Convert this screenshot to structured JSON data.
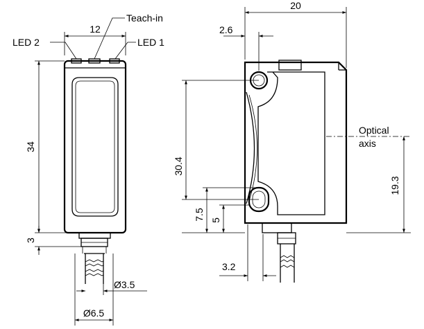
{
  "labels": {
    "teach_in": "Teach-in",
    "led1": "LED 1",
    "led2": "LED 2",
    "optical_axis_line1": "Optical",
    "optical_axis_line2": "axis"
  },
  "dimensions": {
    "front_width": "12",
    "front_height": "34",
    "front_base": "3",
    "cable_diameter": "Ø3.5",
    "connector_diameter": "Ø6.5",
    "side_width": "20",
    "side_offset": "2.6",
    "hole_spacing": "30.4",
    "optical_axis_height": "19.3",
    "lower_hole_outer": "7.5",
    "lower_hole_center": "5",
    "connector_offset": "3.2"
  }
}
